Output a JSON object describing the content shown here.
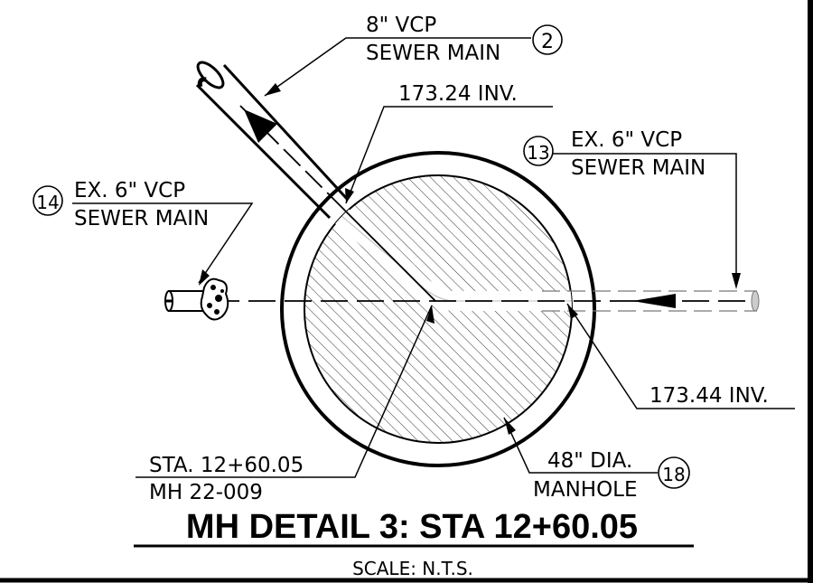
{
  "labels": {
    "main_8in": {
      "line1": "8\" VCP",
      "line2": "SEWER MAIN",
      "tag": "2"
    },
    "inv_top": "173.24 INV.",
    "main_ex_right": {
      "line1": "EX. 6\" VCP",
      "line2": "SEWER MAIN",
      "tag": "13"
    },
    "main_ex_left": {
      "line1": "EX. 6\" VCP",
      "line2": "SEWER MAIN",
      "tag": "14"
    },
    "inv_bottom": "173.44 INV.",
    "station": {
      "line1": "STA. 12+60.05",
      "line2": "MH 22-009"
    },
    "manhole": {
      "line1": "48\" DIA.",
      "line2": "MANHOLE",
      "tag": "18"
    }
  },
  "title": "MH DETAIL 3: STA 12+60.05",
  "scale": "SCALE: N.T.S."
}
